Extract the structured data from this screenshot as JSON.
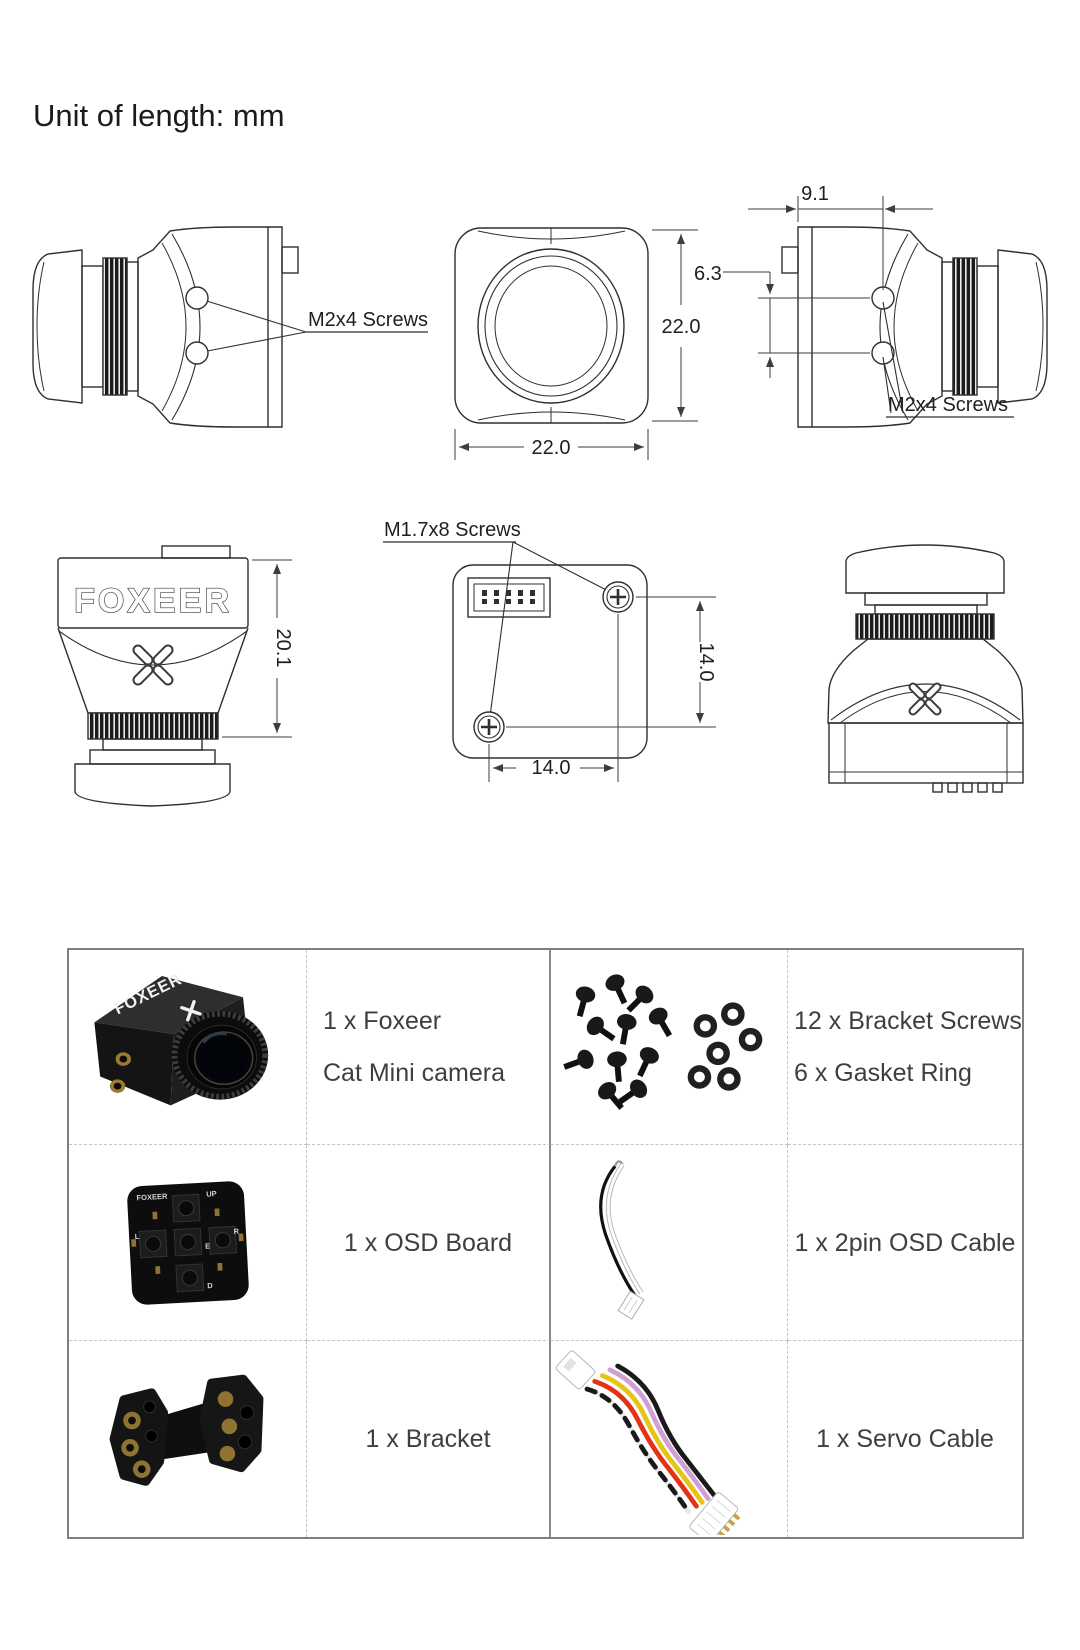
{
  "header": {
    "unit_label": "Unit of length: mm"
  },
  "diagram": {
    "labels": {
      "screws_left": "M2x4 Screws",
      "screws_right": "M2x4 Screws",
      "screws_back": "M1.7x8 Screws",
      "brand": "FOXEER"
    },
    "dims": {
      "lens_offset": "9.1",
      "hole_spacing": "6.3",
      "body_height": "22.0",
      "body_width": "22.0",
      "case_length": "20.1",
      "mount_v": "14.0",
      "mount_h": "14.0"
    }
  },
  "package_table": {
    "rows": [
      {
        "left_lines": [
          "1 x Foxeer",
          "Cat Mini camera"
        ],
        "right_lines": [
          "12 x Bracket Screws",
          "6 x Gasket Ring"
        ]
      },
      {
        "left_lines": [
          "1 x OSD Board"
        ],
        "right_lines": [
          "1 x 2pin OSD Cable"
        ]
      },
      {
        "left_lines": [
          "1 x Bracket"
        ],
        "right_lines": [
          "1 x Servo Cable"
        ]
      }
    ]
  },
  "photos": {
    "camera_brand": "FOXEER",
    "osd_board": {
      "brand": "FOXEER",
      "up": "UP",
      "left": "L",
      "right": "R",
      "enter": "E",
      "down": "D"
    }
  },
  "colors": {
    "line": "#2f2f2f",
    "dim": "#3d3d3d",
    "table_border": "#7f7f7f",
    "dashed": "#c4c4c4",
    "text": "#3f3f3f",
    "wire_red": "#e63214",
    "wire_yellow": "#e5c418",
    "wire_pink": "#cf9fd6",
    "brass": "#8f7330"
  }
}
